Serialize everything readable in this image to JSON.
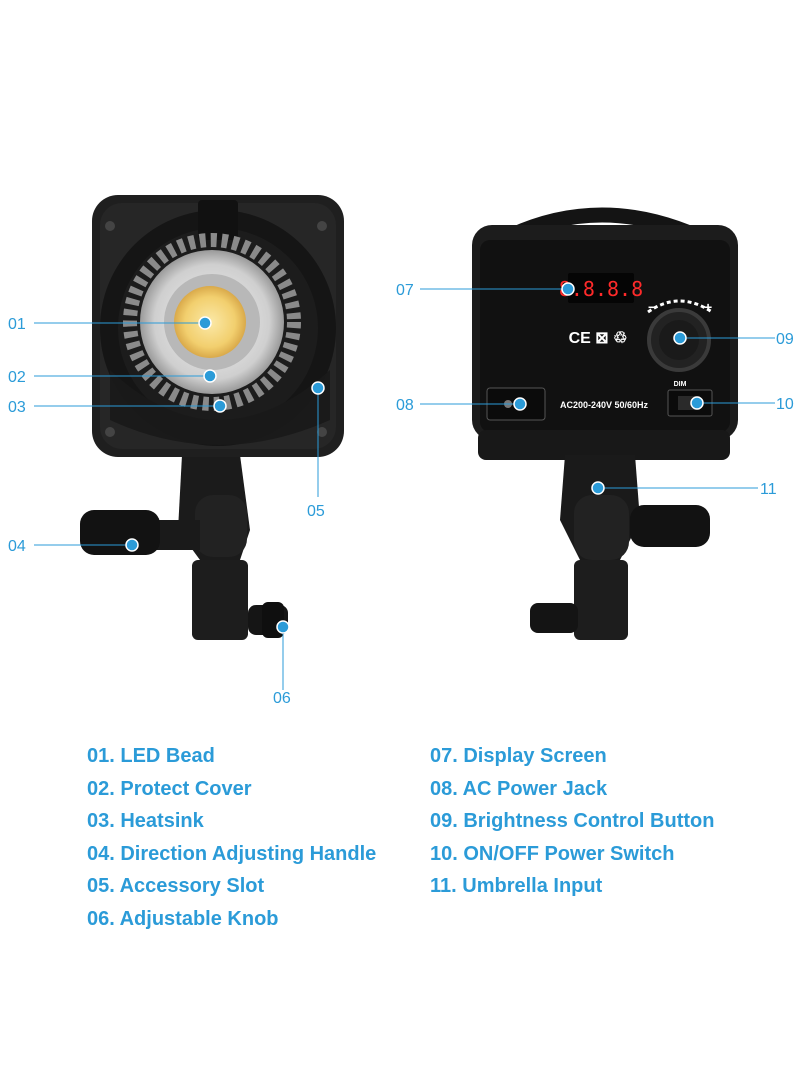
{
  "callouts": {
    "c01": "01",
    "c02": "02",
    "c03": "03",
    "c04": "04",
    "c05": "05",
    "c06": "06",
    "c07": "07",
    "c08": "08",
    "c09": "09",
    "c10": "10",
    "c11": "11"
  },
  "device": {
    "display_digits": "8.8.8.8",
    "power_rating": "AC200-240V  50/60Hz",
    "dim_label": "DIM",
    "minus_sign": "−",
    "plus_sign": "+",
    "cert_marks": "CE ⊠ ♲"
  },
  "legend": {
    "left": [
      "01. LED Bead",
      "02. Protect Cover",
      "03. Heatsink",
      "04. Direction Adjusting Handle",
      "05. Accessory Slot",
      "06. Adjustable Knob"
    ],
    "right": [
      "07. Display Screen",
      "08. AC Power Jack",
      "09. Brightness Control Button",
      "10. ON/OFF Power Switch",
      "11. Umbrella Input"
    ]
  },
  "colors": {
    "accent": "#2b9bd8",
    "device_body": "#1e1e1e",
    "led": "#f4d37a"
  }
}
